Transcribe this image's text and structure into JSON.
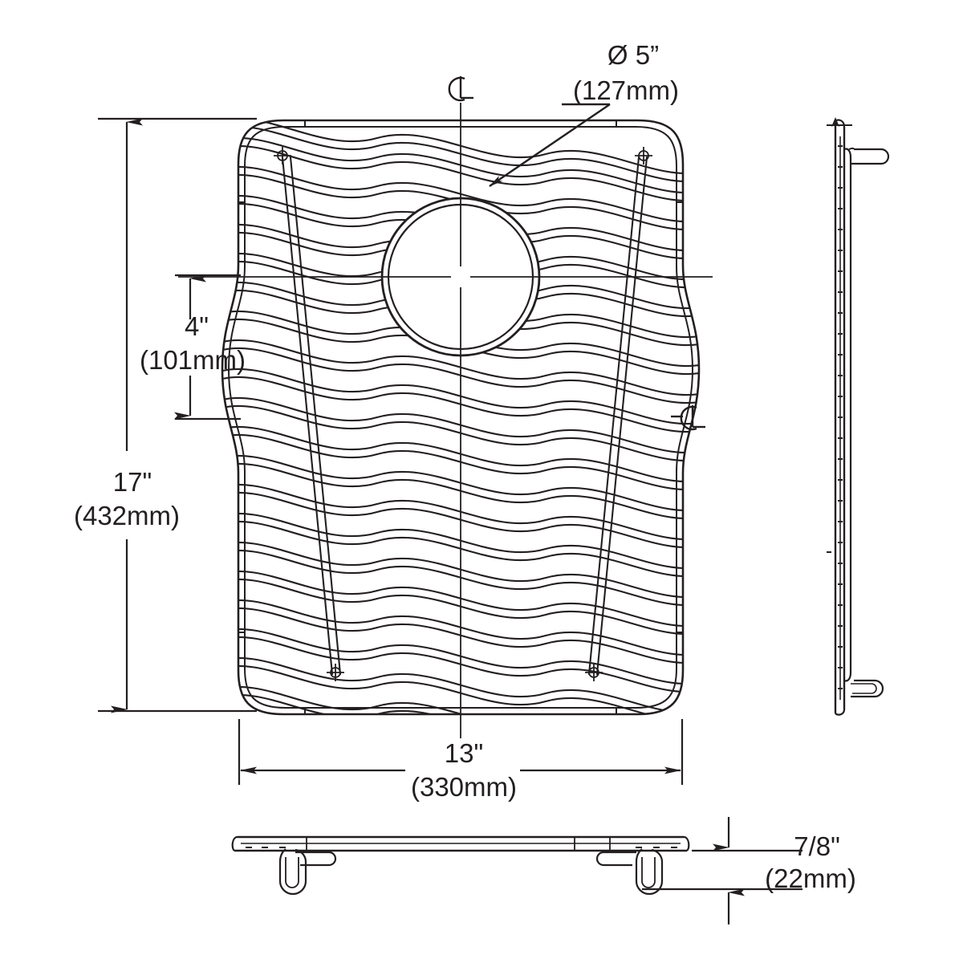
{
  "drawing": {
    "title": "Sink Bottom Grid Dimensional Drawing",
    "line_color": "#231f20",
    "background": "#ffffff"
  },
  "dimensions": {
    "hole_diameter": {
      "imperial": "Ø 5”",
      "metric": "(127mm)"
    },
    "offset_to_center": {
      "imperial": "4\"",
      "metric": "(101mm)"
    },
    "overall_height": {
      "imperial": "17\"",
      "metric": "(432mm)"
    },
    "overall_width": {
      "imperial": "13\"",
      "metric": "(330mm)"
    },
    "thickness": {
      "imperial": "7/8\"",
      "metric": "(22mm)"
    }
  },
  "annotations": {
    "centerline_vertical": "℄",
    "centerline_horizontal": "℄"
  },
  "views": {
    "plan": "top-plan-view",
    "side": "right-side-elevation",
    "front": "front-elevation"
  }
}
